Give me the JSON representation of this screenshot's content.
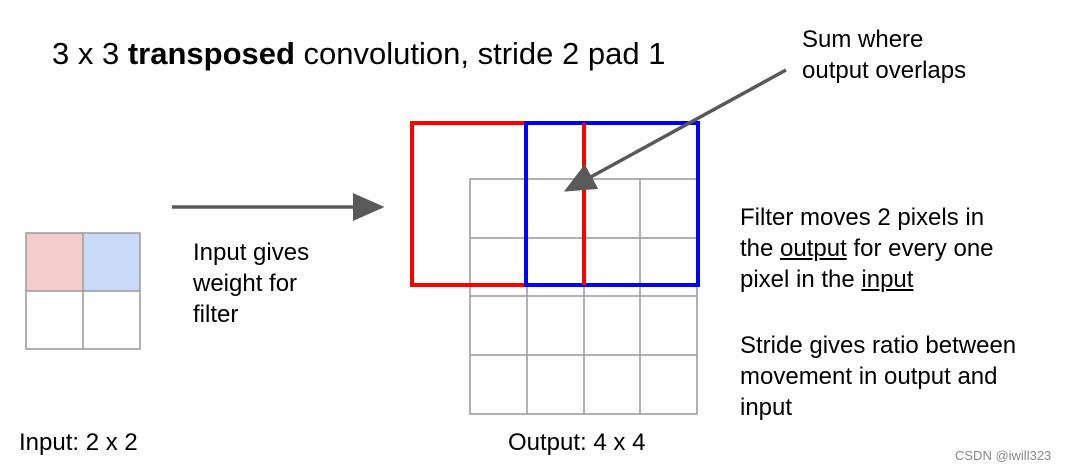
{
  "title": {
    "prefix": "3 x 3 ",
    "bold": "transposed",
    "suffix": " convolution, stride 2 pad 1"
  },
  "notes": {
    "sum_line1": "Sum where",
    "sum_line2": "output overlaps",
    "input_line1": "Input gives",
    "input_line2": "weight for",
    "input_line3": "filter",
    "filter_line1": "Filter moves 2 pixels in",
    "filter_line2_pre": "the ",
    "filter_line2_u": "output",
    "filter_line2_post": " for every one",
    "filter_line3_pre": "pixel in the ",
    "filter_line3_u": "input",
    "stride_line1": "Stride gives ratio between",
    "stride_line2": "movement in output and",
    "stride_line3": "input"
  },
  "captions": {
    "input": "Input: 2 x 2",
    "output": "Output: 4 x 4"
  },
  "watermark": "CSDN @iwill323",
  "colors": {
    "input_cell_red": "#f4cccc",
    "input_cell_blue": "#c9daf8",
    "filter_red": "#ff0000",
    "filter_blue": "#0000ff",
    "grid_line": "#999999",
    "arrow": "#595959"
  }
}
